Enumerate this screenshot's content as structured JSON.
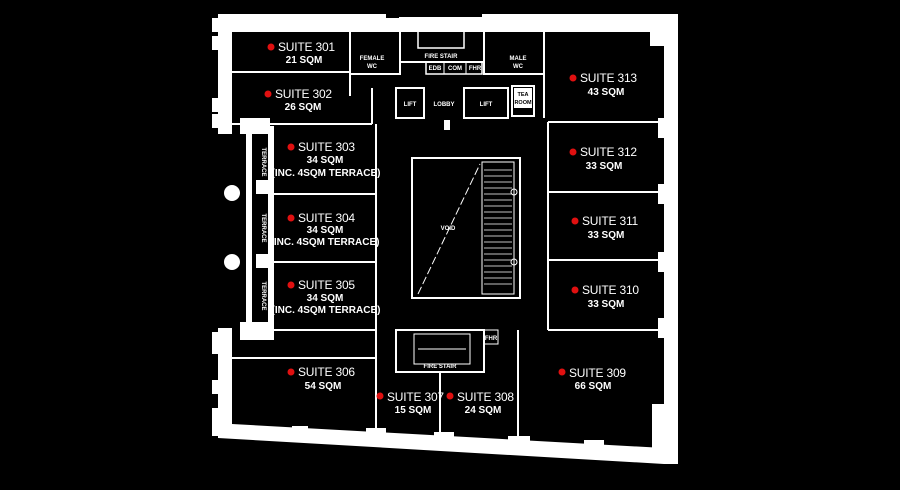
{
  "colors": {
    "background": "#000000",
    "wall": "#ffffff",
    "marker": "#e01010"
  },
  "suites": [
    {
      "id": "301",
      "name": "SUITE 301",
      "area": "21 SQM",
      "note": ""
    },
    {
      "id": "302",
      "name": "SUITE 302",
      "area": "26 SQM",
      "note": ""
    },
    {
      "id": "303",
      "name": "SUITE 303",
      "area": "34 SQM",
      "note": "(INC. 4SQM TERRACE)"
    },
    {
      "id": "304",
      "name": "SUITE 304",
      "area": "34 SQM",
      "note": "(INC. 4SQM TERRACE)"
    },
    {
      "id": "305",
      "name": "SUITE 305",
      "area": "34 SQM",
      "note": "(INC. 4SQM TERRACE)"
    },
    {
      "id": "306",
      "name": "SUITE 306",
      "area": "54 SQM",
      "note": ""
    },
    {
      "id": "307",
      "name": "SUITE 307",
      "area": "15 SQM",
      "note": ""
    },
    {
      "id": "308",
      "name": "SUITE 308",
      "area": "24 SQM",
      "note": ""
    },
    {
      "id": "309",
      "name": "SUITE 309",
      "area": "66 SQM",
      "note": ""
    },
    {
      "id": "310",
      "name": "SUITE 310",
      "area": "33 SQM",
      "note": ""
    },
    {
      "id": "311",
      "name": "SUITE 311",
      "area": "33 SQM",
      "note": ""
    },
    {
      "id": "312",
      "name": "SUITE 312",
      "area": "33 SQM",
      "note": ""
    },
    {
      "id": "313",
      "name": "SUITE 313",
      "area": "43 SQM",
      "note": ""
    }
  ],
  "rooms": {
    "female_wc": [
      "FEMALE",
      "WC"
    ],
    "male_wc": [
      "MALE",
      "WC"
    ],
    "fire_stair": "FIRE STAIR",
    "edb": "EDB",
    "com": "COM",
    "fhr": "FHR",
    "lift": "LIFT",
    "lobby": "LOBBY",
    "tea_room": [
      "TEA",
      "ROOM"
    ],
    "void": "VOID",
    "terrace": "TERRACE"
  }
}
